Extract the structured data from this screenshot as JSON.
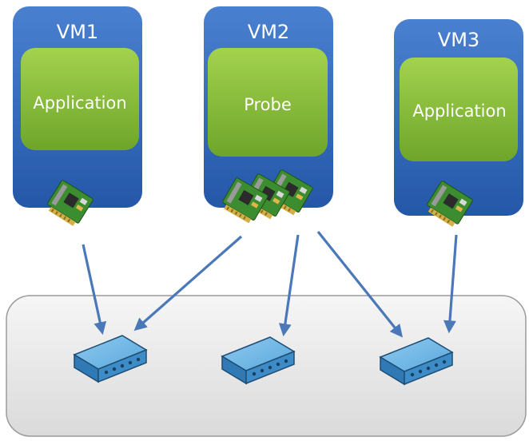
{
  "vms": [
    {
      "title": "VM1",
      "app_label": "Application"
    },
    {
      "title": "VM2",
      "app_label": "Probe"
    },
    {
      "title": "VM3",
      "app_label": "Application"
    }
  ],
  "colors": {
    "vm_blue": "#2f62b6",
    "app_green": "#8cc33a",
    "switch_blue": "#4fa0d4",
    "network_gray": "#e9e9e9",
    "arrow": "#4a78b8"
  }
}
